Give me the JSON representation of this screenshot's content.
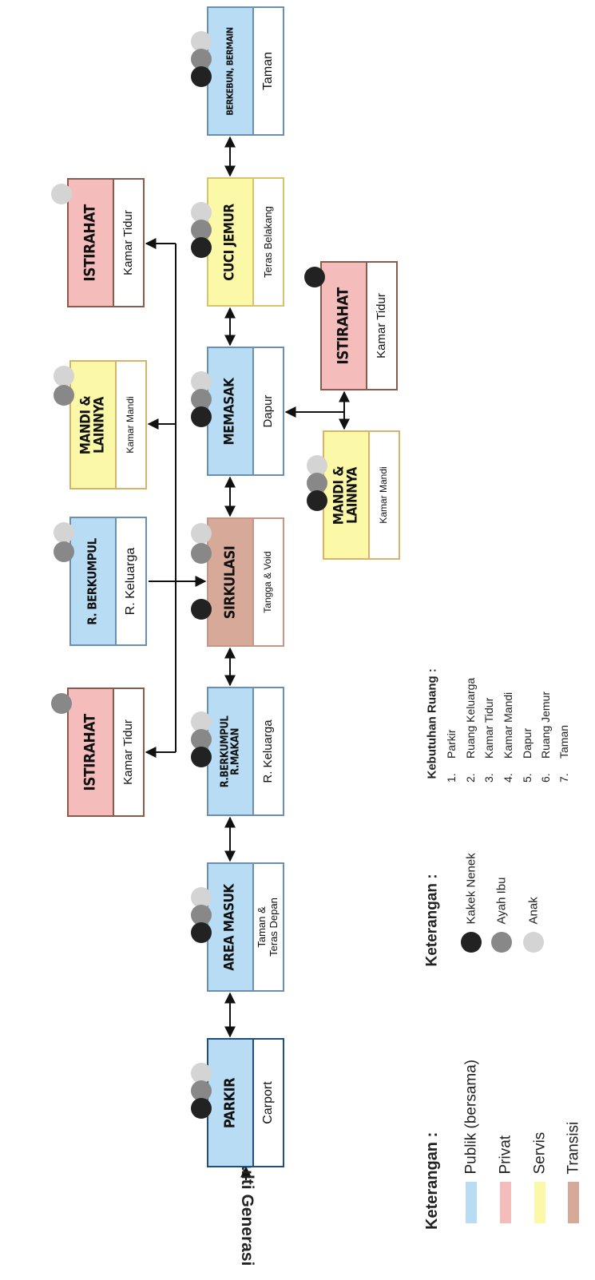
{
  "title": "Multi Generasi",
  "colors": {
    "publik": "#b7dcf3",
    "privat": "#f5bcbc",
    "servis": "#fbf8a8",
    "transisi": "#d6a998",
    "kakek": "#222222",
    "ayah": "#888888",
    "anak": "#d4d4d4"
  },
  "spaces": [
    {
      "id": "parkir",
      "activity": "PARKIR",
      "room": "Carport",
      "type": "publik",
      "users": [
        "anak",
        "ayah",
        "kakek"
      ]
    },
    {
      "id": "area-masuk",
      "activity": "AREA MASUK",
      "room": "Taman &\nTeras Depan",
      "type": "publik",
      "users": [
        "anak",
        "ayah",
        "kakek"
      ]
    },
    {
      "id": "berkumpul-makan",
      "activity": "R.BERKUMPUL\nR.MAKAN",
      "room": "R. Keluarga",
      "type": "publik",
      "users": [
        "anak",
        "ayah",
        "kakek"
      ]
    },
    {
      "id": "sirkulasi",
      "activity": "SIRKULASI",
      "room": "Tangga & Void",
      "type": "transisi",
      "users": [
        "anak",
        "ayah",
        "kakek"
      ]
    },
    {
      "id": "memasak",
      "activity": "MEMASAK",
      "room": "Dapur",
      "type": "publik",
      "users": [
        "anak",
        "ayah",
        "kakek"
      ]
    },
    {
      "id": "cuci-jemur",
      "activity": "CUCI JEMUR",
      "room": "Teras Belakang",
      "type": "servis",
      "users": [
        "anak",
        "ayah",
        "kakek"
      ]
    },
    {
      "id": "berkebun",
      "activity": "BERKEBUN, BERMAIN",
      "room": "Taman",
      "type": "publik",
      "users": [
        "anak",
        "ayah",
        "kakek"
      ]
    },
    {
      "id": "istirahat-1",
      "activity": "ISTIRAHAT",
      "room": "Kamar Tidur",
      "type": "privat",
      "users": [
        "ayah"
      ]
    },
    {
      "id": "r-berkumpul",
      "activity": "R. BERKUMPUL",
      "room": "R. Keluarga",
      "type": "publik",
      "users": [
        "anak",
        "ayah"
      ]
    },
    {
      "id": "mandi-1",
      "activity": "MANDI &\nLAINNYA",
      "room": "Kamar Mandi",
      "type": "servis",
      "users": [
        "anak",
        "ayah"
      ]
    },
    {
      "id": "istirahat-2",
      "activity": "ISTIRAHAT",
      "room": "Kamar Tidur",
      "type": "privat",
      "users": [
        "anak"
      ]
    },
    {
      "id": "istirahat-3",
      "activity": "ISTIRAHAT",
      "room": "Kamar Tidur",
      "type": "privat",
      "users": [
        "kakek"
      ]
    },
    {
      "id": "mandi-2",
      "activity": "MANDI &\nLAINNYA",
      "room": "Kamar Mandi",
      "type": "servis",
      "users": [
        "anak",
        "ayah",
        "kakek"
      ]
    }
  ],
  "legend_zones": {
    "heading": "Keterangan :",
    "items": [
      {
        "key": "publik",
        "label": "Publik (bersama)"
      },
      {
        "key": "privat",
        "label": "Privat"
      },
      {
        "key": "servis",
        "label": "Servis"
      },
      {
        "key": "transisi",
        "label": "Transisi"
      }
    ]
  },
  "legend_users": {
    "heading": "Keterangan :",
    "items": [
      {
        "key": "kakek",
        "label": "Kakek Nenek"
      },
      {
        "key": "ayah",
        "label": "Ayah Ibu"
      },
      {
        "key": "anak",
        "label": "Anak"
      }
    ]
  },
  "needs": {
    "heading": "Kebutuhan Ruang :",
    "items": [
      {
        "num": "1.",
        "label": "Parkir"
      },
      {
        "num": "2.",
        "label": "Ruang Keluarga"
      },
      {
        "num": "3.",
        "label": "Kamar Tidur"
      },
      {
        "num": "4.",
        "label": "Kamar Mandi"
      },
      {
        "num": "5.",
        "label": "Dapur"
      },
      {
        "num": "6.",
        "label": "Ruang Jemur"
      },
      {
        "num": "7.",
        "label": "Taman"
      }
    ]
  }
}
